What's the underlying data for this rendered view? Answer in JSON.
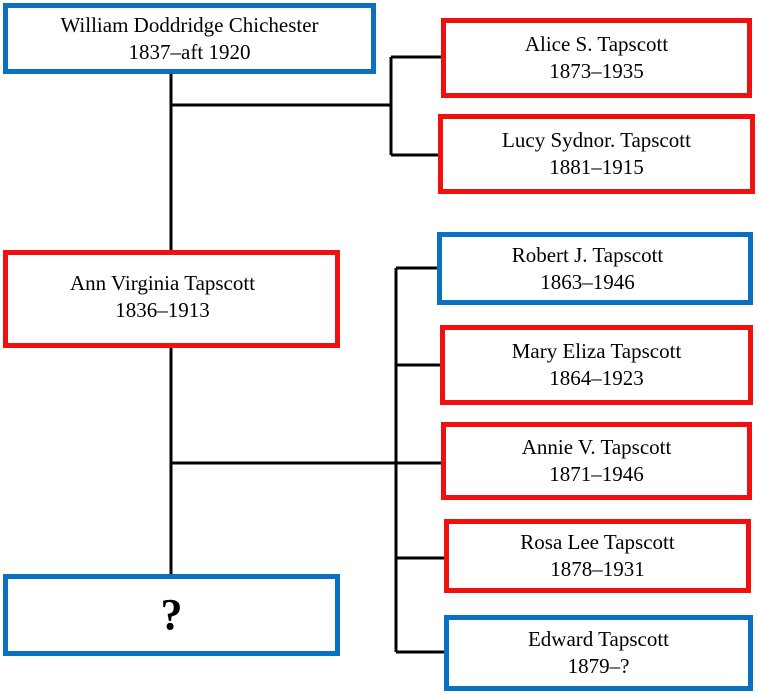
{
  "colors": {
    "male": "#0a70c2",
    "female": "#f01010",
    "line": "#000000"
  },
  "people": {
    "william": {
      "name": "William Doddridge Chichester",
      "years": "1837–aft 1920",
      "gender": "male"
    },
    "ann": {
      "name": "Ann Virginia Tapscott",
      "years": "1836–1913",
      "gender": "female"
    },
    "unknown": {
      "name": "?",
      "years": "",
      "gender": "male"
    },
    "alice": {
      "name": "Alice S. Tapscott",
      "years": "1873–1935",
      "gender": "female"
    },
    "lucy": {
      "name": "Lucy Sydnor. Tapscott",
      "years": "1881–1915",
      "gender": "female"
    },
    "robert": {
      "name": "Robert J. Tapscott",
      "years": "1863–1946",
      "gender": "male"
    },
    "mary": {
      "name": "Mary Eliza Tapscott",
      "years": "1864–1923",
      "gender": "female"
    },
    "annie": {
      "name": "Annie V. Tapscott",
      "years": "1871–1946",
      "gender": "female"
    },
    "rosa": {
      "name": "Rosa Lee Tapscott",
      "years": "1878–1931",
      "gender": "female"
    },
    "edward": {
      "name": "Edward Tapscott",
      "years": "1879–?",
      "gender": "male"
    }
  },
  "relationships": [
    {
      "parents": [
        "william",
        "ann"
      ],
      "children": [
        "alice",
        "lucy"
      ]
    },
    {
      "parents": [
        "ann",
        "unknown"
      ],
      "children": [
        "robert",
        "mary",
        "annie",
        "rosa",
        "edward"
      ]
    }
  ]
}
